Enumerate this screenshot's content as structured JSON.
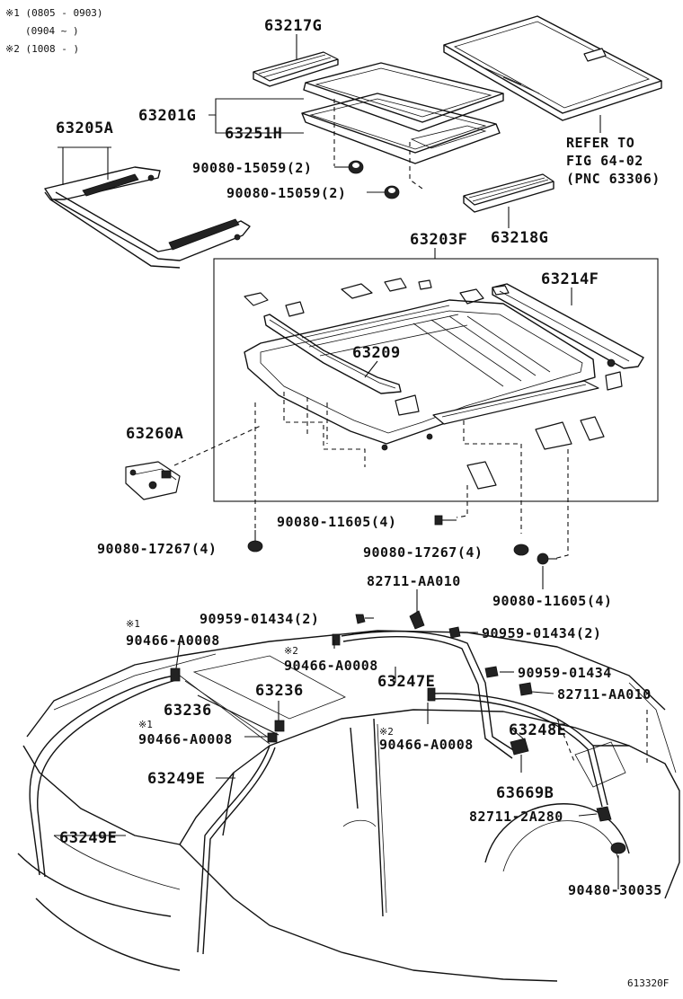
{
  "notes": {
    "n1": "※1 (0805 - 0903)",
    "n1b": "(0904 ~        )",
    "n2": "※2 (1008 -        )"
  },
  "labels": {
    "p63217G": "63217G",
    "p63205A": "63205A",
    "p63201G": "63201G",
    "p63251H": "63251H",
    "p90080_15059a": "90080-15059(2)",
    "p90080_15059b": "90080-15059(2)",
    "refer1": "REFER TO",
    "refer2": "FIG 64-02",
    "refer3": "(PNC 63306)",
    "p63218G": "63218G",
    "p63203F": "63203F",
    "p63214F": "63214F",
    "p63209": "63209",
    "p63260A": "63260A",
    "p90080_11605a": "90080-11605(4)",
    "p90080_17267a": "90080-17267(4)",
    "p90080_17267b": "90080-17267(4)",
    "p90080_11605b": "90080-11605(4)",
    "p82711_AA010a": "82711-AA010",
    "m1a": "※1",
    "p90959_01434a": "90959-01434(2)",
    "p90959_01434b": "90959-01434(2)",
    "p90466_A0008a": "90466-A0008",
    "m2a": "※2",
    "p90466_A0008b": "90466-A0008",
    "p63247E": "63247E",
    "p90959_01434c": "90959-01434",
    "p63236a": "63236",
    "p82711_AA010b": "82711-AA010",
    "p63236b": "63236",
    "p63248E": "63248E",
    "m1b": "※1",
    "p90466_A0008c": "90466-A0008",
    "m2b": "※2",
    "p90466_A0008d": "90466-A0008",
    "p63249Ea": "63249E",
    "p63669B": "63669B",
    "p82711_2A280": "82711-2A280",
    "p63249Eb": "63249E",
    "p90480_30035": "90480-30035",
    "figure_id": "613320F"
  }
}
